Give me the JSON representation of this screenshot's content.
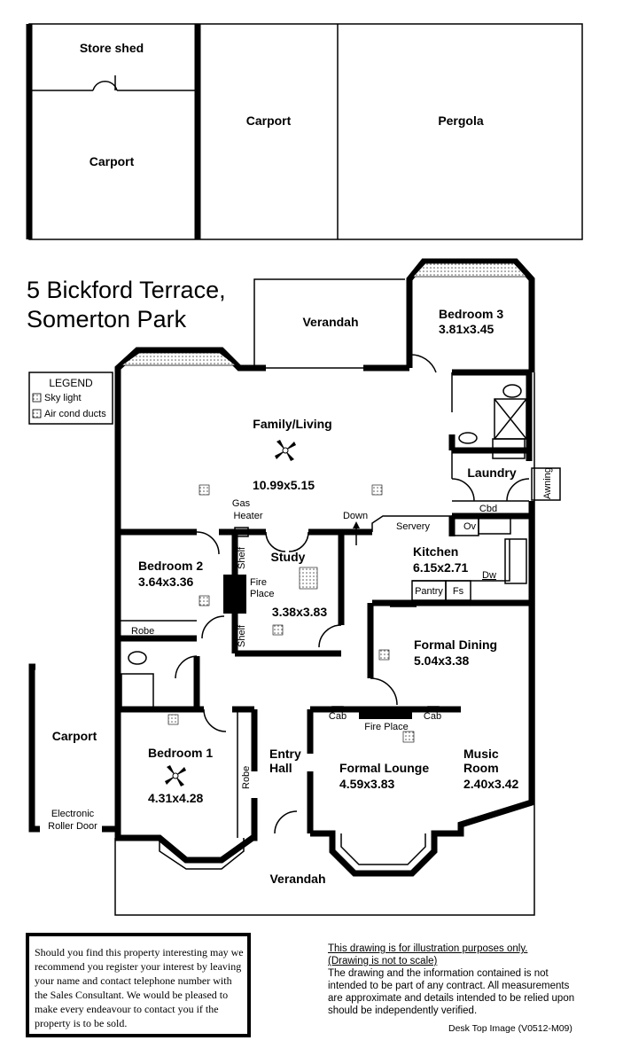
{
  "title": {
    "line1": "5 Bickford Terrace,",
    "line2": "Somerton Park"
  },
  "legend": {
    "heading": "LEGEND",
    "items": [
      {
        "icon": "skylight-icon",
        "label": "Sky light"
      },
      {
        "icon": "air-duct-icon",
        "label": "Air cond ducts"
      }
    ]
  },
  "outbuildings": {
    "store_shed": "Store shed",
    "carport_left": "Carport",
    "carport_mid": "Carport",
    "pergola": "Pergola"
  },
  "rooms": {
    "verandah_top": "Verandah",
    "bedroom3": {
      "name": "Bedroom 3",
      "dims": "3.81x3.45"
    },
    "family": {
      "name": "Family/Living",
      "dims": "10.99x5.15"
    },
    "laundry": "Laundry",
    "bedroom2": {
      "name": "Bedroom 2",
      "dims": "3.64x3.36"
    },
    "study": {
      "name": "Study",
      "dims": "3.38x3.83"
    },
    "kitchen": {
      "name": "Kitchen",
      "dims": "6.15x2.71"
    },
    "dining": {
      "name": "Formal Dining",
      "dims": "5.04x3.38"
    },
    "bedroom1": {
      "name": "Bedroom 1",
      "dims": "4.31x4.28"
    },
    "entry": {
      "line1": "Entry",
      "line2": "Hall"
    },
    "lounge": {
      "name": "Formal Lounge",
      "dims": "4.59x3.83"
    },
    "music": {
      "line1": "Music",
      "line2": "Room",
      "dims": "2.40x3.42"
    },
    "carport_side": "Carport",
    "verandah_bottom": "Verandah"
  },
  "labels": {
    "gas1": "Gas",
    "gas2": "Heater",
    "down": "Down",
    "servery": "Servery",
    "cbd": "Cbd",
    "ov": "Ov",
    "dw": "Dw",
    "pantry": "Pantry",
    "fs": "Fs",
    "awning": "Awning",
    "shelf1": "Shelf",
    "shelf2": "Shelf",
    "fire1a": "Fire",
    "fire1b": "Place",
    "robe2": "Robe",
    "robe1": "Robe",
    "cab1": "Cab",
    "cab2": "Cab",
    "fire2": "Fire Place",
    "roller1": "Electronic",
    "roller2": "Roller Door"
  },
  "notes": {
    "contact": "Should you find this property interesting may we recommend you register your interest by leaving your name and contact telephone number with the Sales Consultant. We would be pleased to make every endeavour to contact you if the property is to be sold.",
    "disclaimer_1": "This drawing is for illustration purposes only.",
    "disclaimer_2": "(Drawing is not to scale)",
    "disclaimer_body": "The drawing and the information contained is not intended to be part of any contract.  All measurements are approximate and details intended to be relied upon should be independently verified.",
    "credit": "Desk Top Image  (V0512-M09)"
  }
}
